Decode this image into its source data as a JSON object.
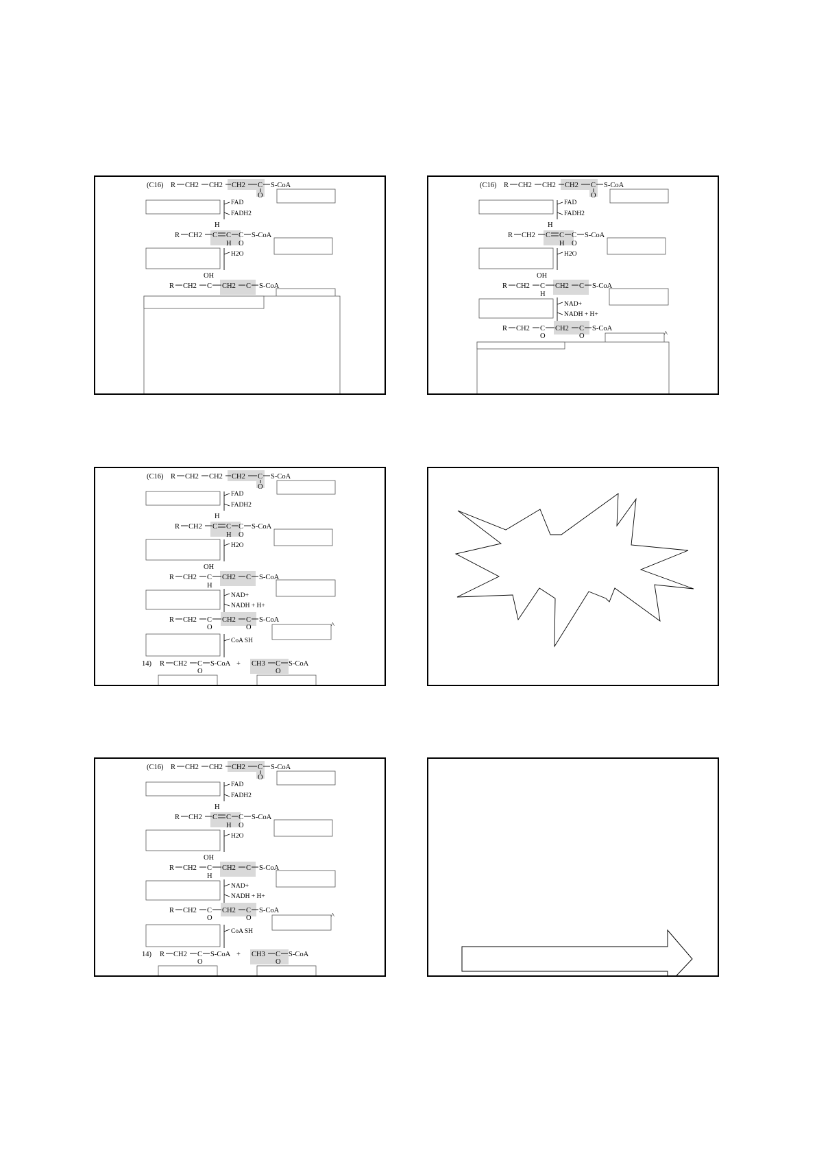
{
  "pathway": {
    "carbon_label": "(C16)",
    "r": "R",
    "ch2": "CH2",
    "c": "C",
    "o": "O",
    "h": "H",
    "oh": "OH",
    "s_coa": "S-CoA",
    "plus": "+",
    "fad": "FAD",
    "fadh2": "FADH2",
    "h2o": "H2O",
    "nad": "NAD+",
    "nadh": "NADH + H+",
    "coash": "CoA SH",
    "ch3": "CH3",
    "caret": "^",
    "product_label": "14)"
  },
  "slides": [
    {
      "id": 1,
      "content": "pathway-steps-1-3"
    },
    {
      "id": 2,
      "content": "pathway-steps-1-4"
    },
    {
      "id": 3,
      "content": "pathway-full"
    },
    {
      "id": 4,
      "content": "explosion-shape"
    },
    {
      "id": 5,
      "content": "pathway-full"
    },
    {
      "id": 6,
      "content": "block-arrow"
    }
  ]
}
